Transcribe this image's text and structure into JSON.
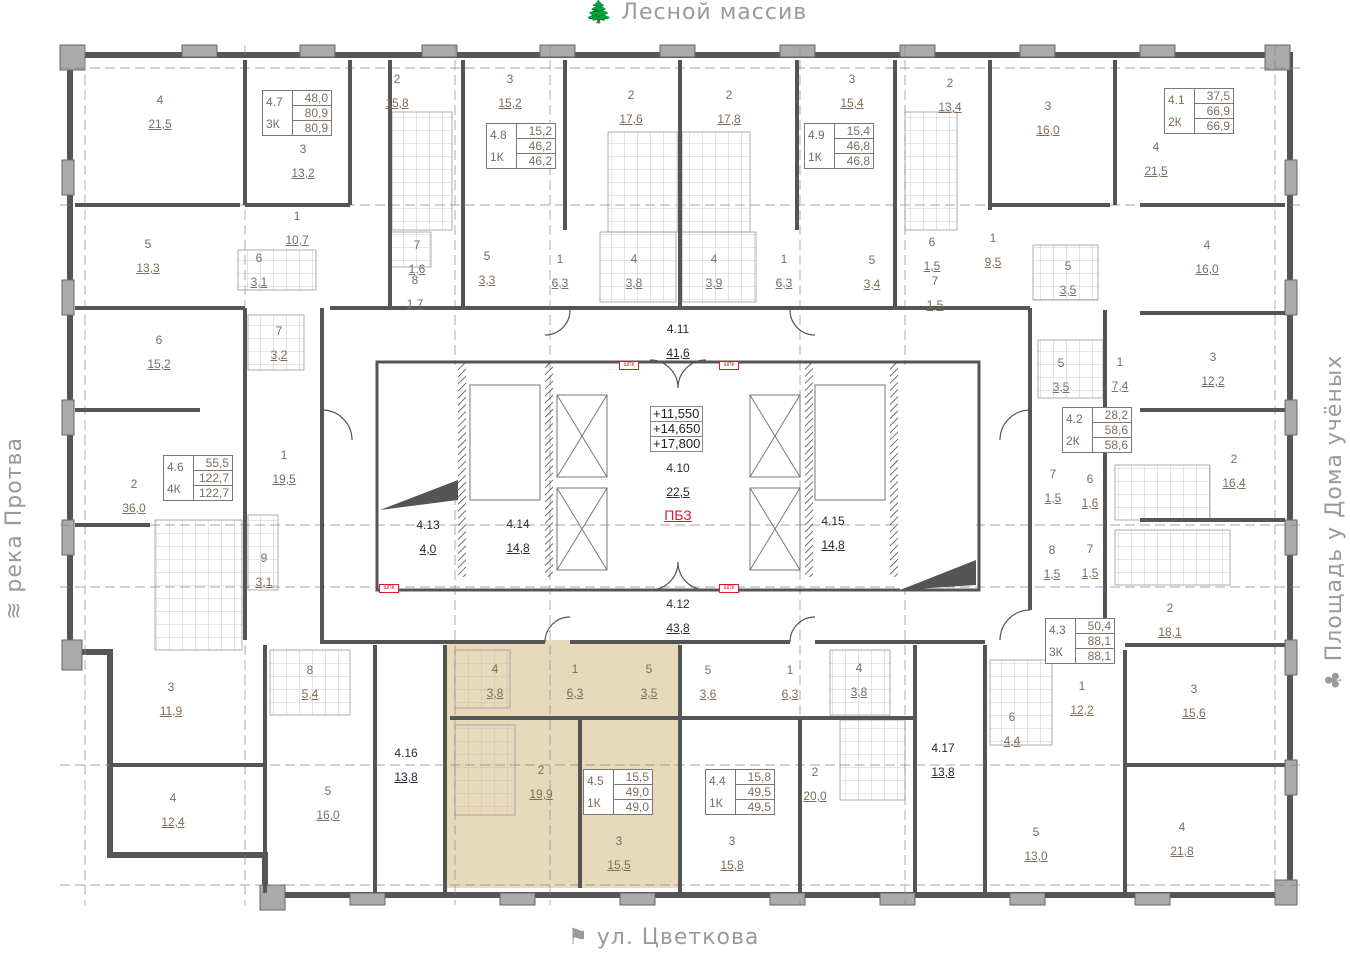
{
  "directions": {
    "north": "Лесной массив",
    "south": "ул. Цветкова",
    "west": "река Протва",
    "east": "Площадь у Дома учёных"
  },
  "apartments": [
    {
      "id": "4.7",
      "type": "3К",
      "living": "48,0",
      "total": "80,9",
      "total_b": "80,9",
      "highlighted": false,
      "rooms": [
        {
          "n": "4",
          "a": "21,5"
        },
        {
          "n": "3",
          "a": "13,2"
        },
        {
          "n": "2",
          "a": "15,8"
        },
        {
          "n": "1",
          "a": "10,7"
        },
        {
          "n": "5",
          "a": "13,3"
        },
        {
          "n": "6",
          "a": "3,1"
        },
        {
          "n": "7",
          "a": "1,6"
        },
        {
          "n": "8",
          "a": "1,7"
        }
      ]
    },
    {
      "id": "4.8",
      "type": "1К",
      "living": "15,2",
      "total": "46,2",
      "total_b": "46,2",
      "highlighted": false,
      "rooms": [
        {
          "n": "3",
          "a": "15,2"
        },
        {
          "n": "5",
          "a": "3,3"
        },
        {
          "n": "1",
          "a": "6,3"
        },
        {
          "n": "4",
          "a": "3,8"
        },
        {
          "n": "2",
          "a": "17,6"
        }
      ]
    },
    {
      "id": "4.9",
      "type": "1К",
      "living": "15,4",
      "total": "46,8",
      "total_b": "46,8",
      "highlighted": false,
      "rooms": [
        {
          "n": "2",
          "a": "17,8"
        },
        {
          "n": "4",
          "a": "3,9"
        },
        {
          "n": "1",
          "a": "6,3"
        },
        {
          "n": "5",
          "a": "3,4"
        },
        {
          "n": "3",
          "a": "15,4"
        }
      ]
    },
    {
      "id": "4.1",
      "type": "2К",
      "living": "37,5",
      "total": "66,9",
      "total_b": "66,9",
      "highlighted": false,
      "rooms": [
        {
          "n": "2",
          "a": "13,4"
        },
        {
          "n": "6",
          "a": "1,5"
        },
        {
          "n": "7",
          "a": "1,5"
        },
        {
          "n": "1",
          "a": "9,5"
        },
        {
          "n": "3",
          "a": "16,0"
        },
        {
          "n": "4",
          "a": "21,5"
        },
        {
          "n": "4",
          "a": "16,0"
        },
        {
          "n": "5",
          "a": "3,5"
        }
      ]
    },
    {
      "id": "4.2",
      "type": "2К",
      "living": "28,2",
      "total": "58,6",
      "total_b": "58,6",
      "highlighted": false,
      "rooms": [
        {
          "n": "5",
          "a": "3,5"
        },
        {
          "n": "1",
          "a": "7,4"
        },
        {
          "n": "3",
          "a": "12,2"
        },
        {
          "n": "2",
          "a": "16,4"
        },
        {
          "n": "7",
          "a": "1,5"
        },
        {
          "n": "6",
          "a": "1,6"
        }
      ]
    },
    {
      "id": "4.3",
      "type": "3К",
      "living": "50,4",
      "total": "88,1",
      "total_b": "88,1",
      "highlighted": false,
      "rooms": [
        {
          "n": "8",
          "a": "1,5"
        },
        {
          "n": "7",
          "a": "1,5"
        },
        {
          "n": "2",
          "a": "18,1"
        },
        {
          "n": "1",
          "a": "12,2"
        },
        {
          "n": "3",
          "a": "15,6"
        },
        {
          "n": "6",
          "a": "4,4"
        },
        {
          "n": "5",
          "a": "13,0"
        },
        {
          "n": "4",
          "a": "21,8"
        }
      ]
    },
    {
      "id": "4.4",
      "type": "1К",
      "living": "15,8",
      "total": "49,5",
      "total_b": "49,5",
      "highlighted": false,
      "rooms": [
        {
          "n": "5",
          "a": "3,6"
        },
        {
          "n": "1",
          "a": "6,3"
        },
        {
          "n": "4",
          "a": "3,8"
        },
        {
          "n": "2",
          "a": "20,0"
        },
        {
          "n": "3",
          "a": "15,8"
        }
      ]
    },
    {
      "id": "4.5",
      "type": "1К",
      "living": "15,5",
      "total": "49,0",
      "total_b": "49,0",
      "highlighted": true,
      "rooms": [
        {
          "n": "4",
          "a": "3,8"
        },
        {
          "n": "1",
          "a": "6,3"
        },
        {
          "n": "5",
          "a": "3,5"
        },
        {
          "n": "2",
          "a": "19,9"
        },
        {
          "n": "3",
          "a": "15,5"
        }
      ]
    },
    {
      "id": "4.6",
      "type": "4К",
      "living": "55,5",
      "total": "122,7",
      "total_b": "122,7",
      "highlighted": false,
      "rooms": [
        {
          "n": "6",
          "a": "15,2"
        },
        {
          "n": "7",
          "a": "3,2"
        },
        {
          "n": "1",
          "a": "19,5"
        },
        {
          "n": "2",
          "a": "36,0"
        },
        {
          "n": "9",
          "a": "3,1"
        },
        {
          "n": "8",
          "a": "5,4"
        },
        {
          "n": "3",
          "a": "11,9"
        },
        {
          "n": "4",
          "a": "12,4"
        },
        {
          "n": "5",
          "a": "16,0"
        }
      ]
    }
  ],
  "common_areas": [
    {
      "id": "4.11",
      "a": "41,6"
    },
    {
      "id": "4.10",
      "a": "22,5"
    },
    {
      "id": "4.12",
      "a": "43,8"
    },
    {
      "id": "4.13",
      "a": "4,0"
    },
    {
      "id": "4.14",
      "a": "14,8"
    },
    {
      "id": "4.15",
      "a": "14,8"
    },
    {
      "id": "4.16",
      "a": "13,8"
    },
    {
      "id": "4.17",
      "a": "13,8"
    }
  ],
  "fire_zone_label": "ПБЗ",
  "elevations": [
    "+11,550",
    "+14,650",
    "+17,800"
  ],
  "hydrant_tag": "ШПК",
  "colors": {
    "wall": "#555555",
    "highlight": "#d8bf8c",
    "room_text": "#7d6c5c",
    "common_text": "#222a3a",
    "fire": "#e0182a"
  }
}
